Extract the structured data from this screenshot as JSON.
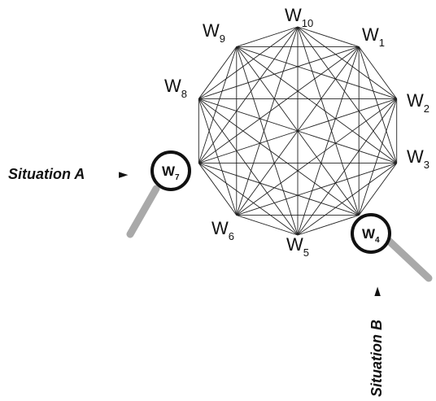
{
  "diagram": {
    "nodes": [
      {
        "id": "w1",
        "base": "W",
        "sub": "1"
      },
      {
        "id": "w2",
        "base": "W",
        "sub": "2"
      },
      {
        "id": "w3",
        "base": "W",
        "sub": "3"
      },
      {
        "id": "w4",
        "base": "W",
        "sub": "4"
      },
      {
        "id": "w5",
        "base": "W",
        "sub": "5"
      },
      {
        "id": "w6",
        "base": "W",
        "sub": "6"
      },
      {
        "id": "w7",
        "base": "W",
        "sub": "7"
      },
      {
        "id": "w8",
        "base": "W",
        "sub": "8"
      },
      {
        "id": "w9",
        "base": "W",
        "sub": "9"
      },
      {
        "id": "w10",
        "base": "W",
        "sub": "10"
      }
    ],
    "graph": "complete",
    "magnified_nodes": [
      "w7",
      "w4"
    ],
    "situation_a": {
      "text": "Situation A",
      "arrow": "►",
      "target": "w7"
    },
    "situation_b": {
      "text": "Situation B",
      "arrow": "►",
      "target": "w4"
    },
    "colors": {
      "edge": "#222222",
      "lens_ring": "#111111",
      "handle": "#a9a9a9"
    }
  }
}
